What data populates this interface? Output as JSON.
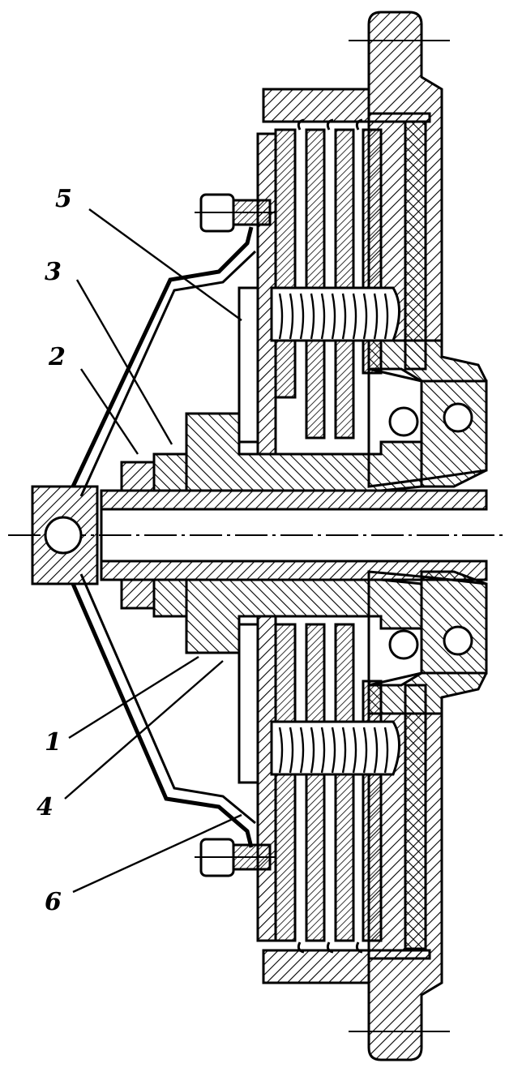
{
  "figure": {
    "ink_color": "#000000",
    "paper_color": "#ffffff",
    "hatch_color": "#000000"
  },
  "callouts": [
    {
      "id": "c5",
      "text": "5"
    },
    {
      "id": "c3",
      "text": "3"
    },
    {
      "id": "c2",
      "text": "2"
    },
    {
      "id": "c1",
      "text": "1"
    },
    {
      "id": "c4",
      "text": "4"
    },
    {
      "id": "c6",
      "text": "6"
    }
  ]
}
